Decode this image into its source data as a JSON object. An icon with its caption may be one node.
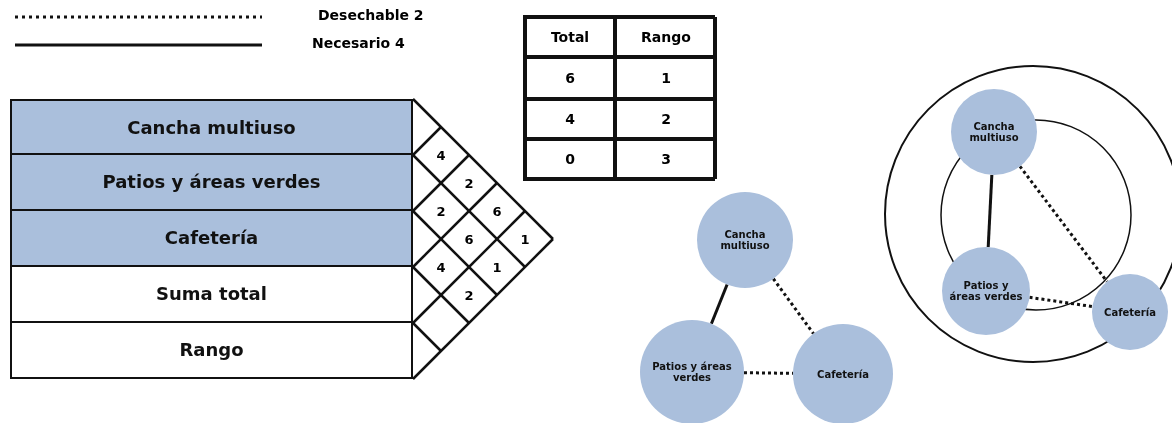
{
  "diagram": {
    "nodes": [
      {
        "text": [
          "Cancha multiuso"
        ]
      },
      {
        "text": [
          "Patios y áreas verdes"
        ]
      },
      {
        "text": [
          "Cafetería"
        ]
      },
      {
        "text": [
          "Suma total"
        ]
      },
      {
        "text": [
          "Rango"
        ]
      },
      {
        "text": [
          "Cancha multiuso"
        ]
      },
      {
        "text": [
          "Patios y áreas verdes"
        ]
      },
      {
        "text": [
          "Cafetería"
        ]
      },
      {
        "text": [
          "Cancha multiuso"
        ]
      },
      {
        "text": [
          "Patios y áreas verdes"
        ]
      },
      {
        "text": [
          "Cafetería"
        ]
      }
    ],
    "edges": [
      {
        "from": 5,
        "to": 6,
        "arrow": "none"
      },
      {
        "from": 5,
        "to": 7,
        "arrow": "none",
        "style": "dashed"
      },
      {
        "from": 6,
        "to": 7,
        "arrow": "none",
        "style": "dashed"
      },
      {
        "from": 8,
        "to": 9,
        "arrow": "none"
      },
      {
        "from": 8,
        "to": 10,
        "arrow": "none",
        "style": "dashed"
      },
      {
        "from": 9,
        "to": 10,
        "arrow": "none",
        "style": "dashed"
      }
    ],
    "labels": [
      "Total",
      "Rango",
      "6",
      "1",
      "4",
      "2",
      "4",
      "0",
      "3",
      "2",
      "2",
      "6",
      "6",
      "1",
      "4",
      "1",
      "2"
    ],
    "legend": [
      {
        "text": "Desechable 2"
      },
      {
        "text": "Necesario 4"
      }
    ]
  }
}
